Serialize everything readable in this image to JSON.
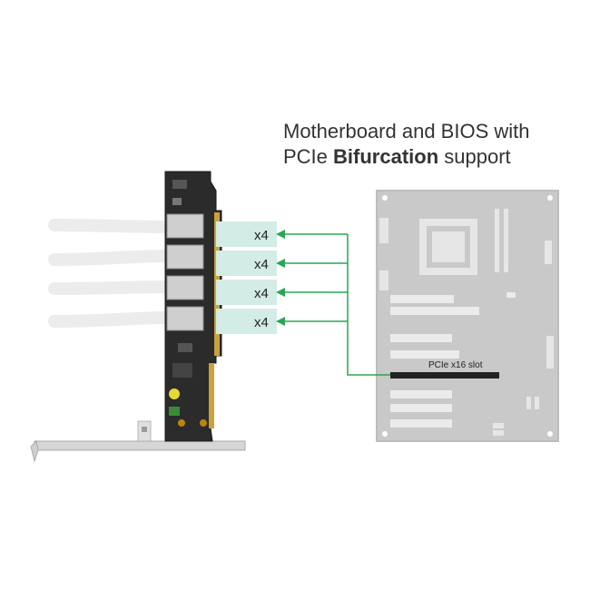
{
  "headline": {
    "line1": "Motherboard and BIOS with",
    "line2_prefix": "PCIe ",
    "line2_bold": "Bifurcation",
    "line2_suffix": " support"
  },
  "lanes": [
    {
      "label": "x4"
    },
    {
      "label": "x4"
    },
    {
      "label": "x4"
    },
    {
      "label": "x4"
    }
  ],
  "slot": {
    "label": "PCIe x16 slot"
  },
  "colors": {
    "arrow": "#2aa654",
    "lane_fill": "#d3ece6",
    "motherboard": "#c9c9c9",
    "motherboard_edge": "#bdbdbd",
    "pcb": "#2b2b2b",
    "bracket": "#d6d6d6"
  }
}
